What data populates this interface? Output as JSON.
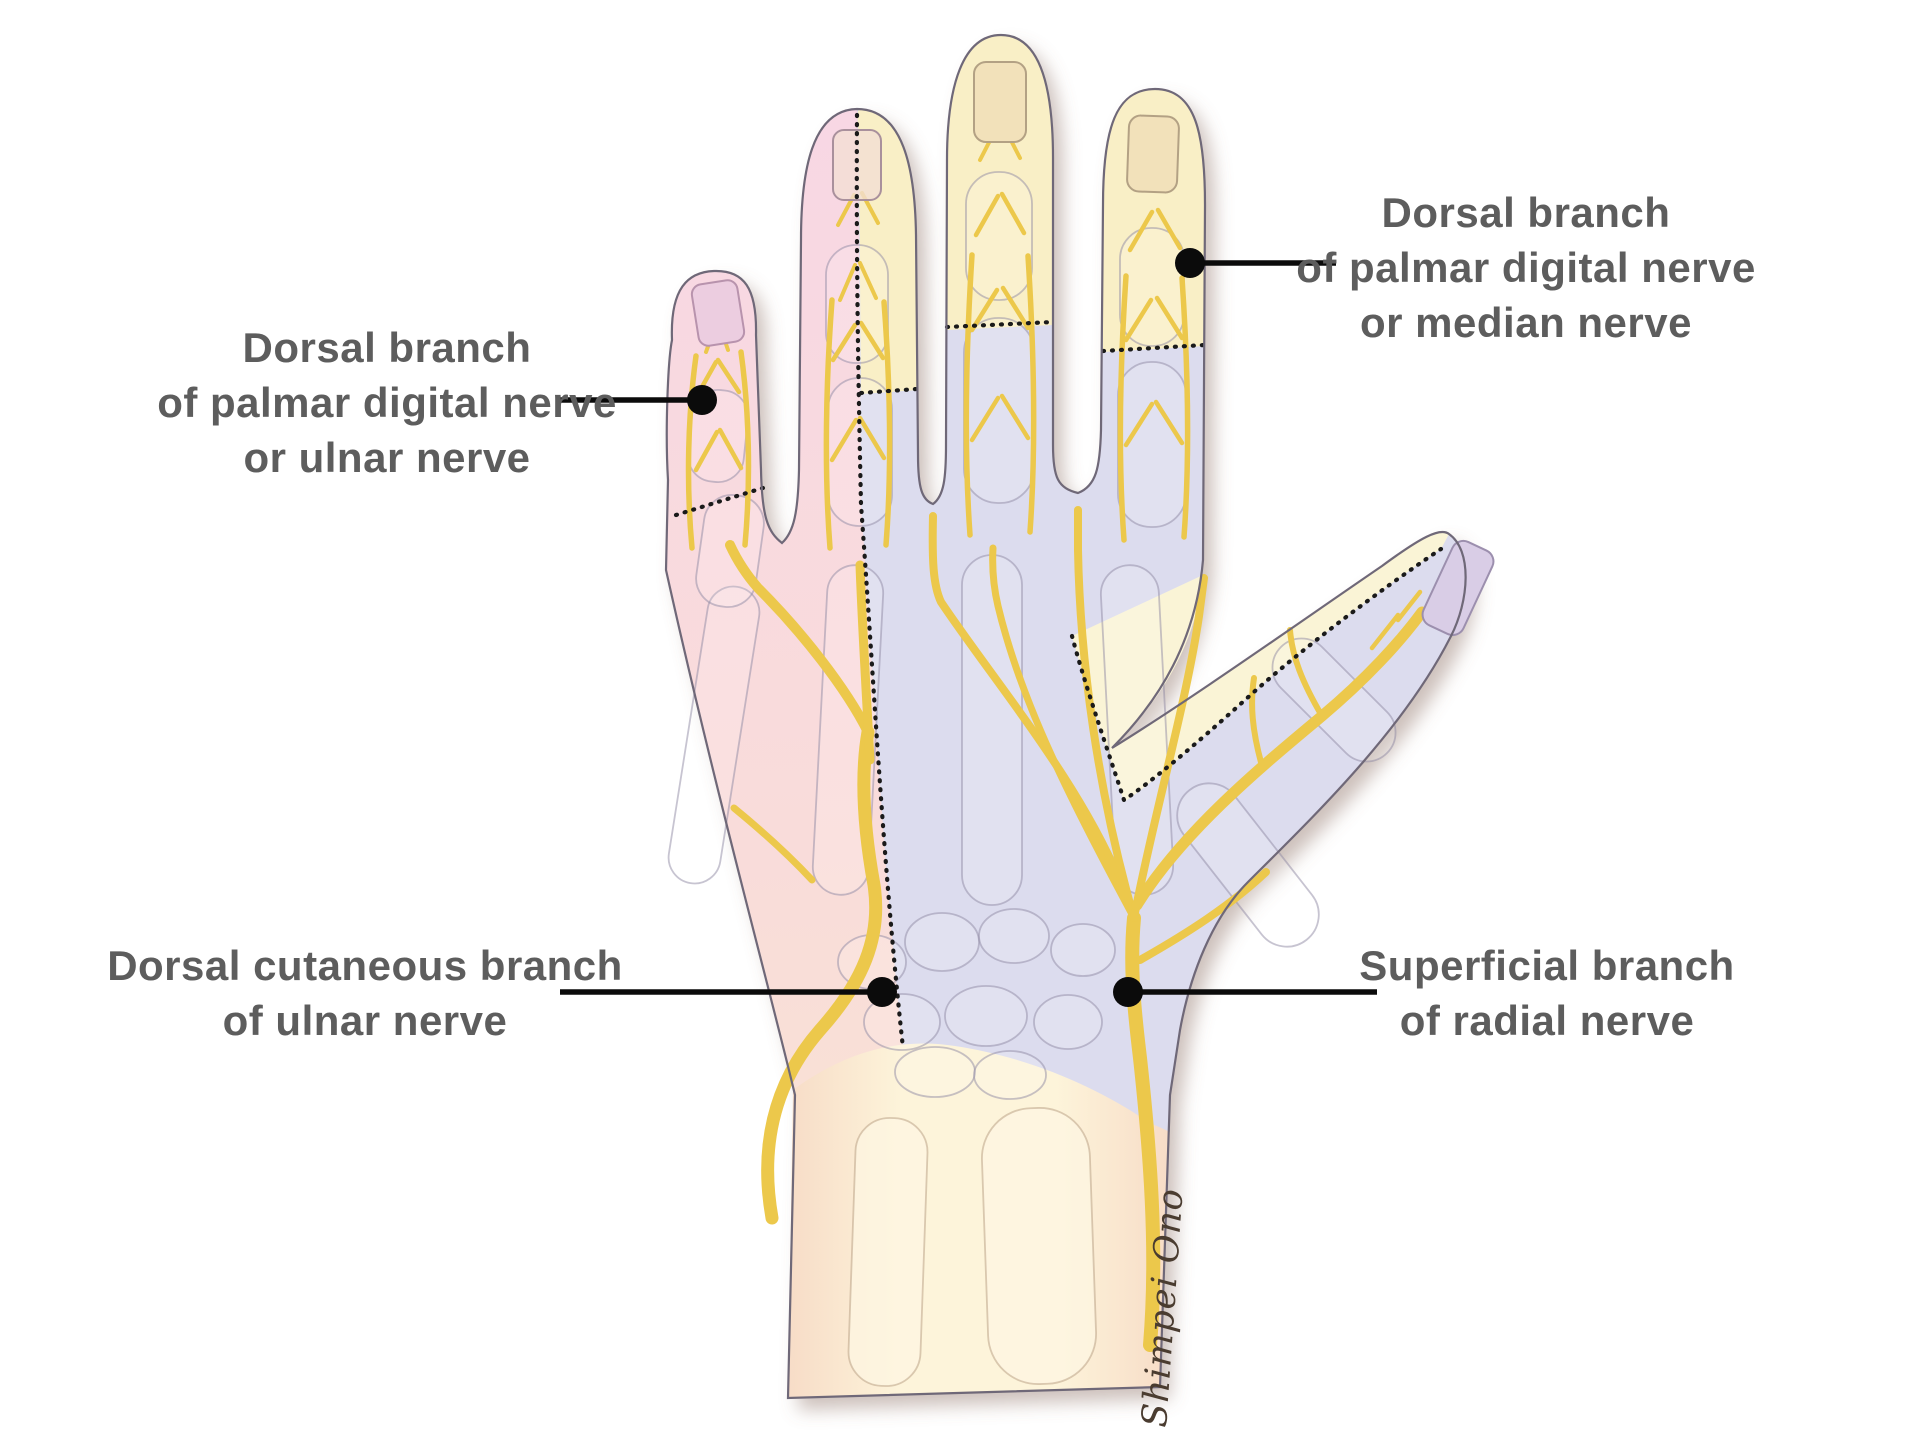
{
  "labels": {
    "top_left": {
      "lines": [
        "Dorsal branch",
        "of palmar digital nerve",
        "or ulnar nerve"
      ]
    },
    "top_right": {
      "lines": [
        "Dorsal branch",
        "of palmar digital nerve",
        "or median nerve"
      ]
    },
    "bottom_left": {
      "lines": [
        "Dorsal cutaneous branch",
        "of ulnar nerve"
      ]
    },
    "bottom_right": {
      "lines": [
        "Superficial branch",
        "of radial nerve"
      ]
    }
  },
  "signature": "Shimpei Ono",
  "colors": {
    "ulnar_zone_pink": "#f8d7e4",
    "radial_zone_lavender": "#dcdcee",
    "median_zone_cream": "#f9efc6",
    "thumb_web_cream": "#faf4d6",
    "nerve_yellow": "#ecc84b",
    "forearm_cream": "#fdf4da",
    "forearm_peach": "#f7dcc7",
    "label_text": "#5d5d5d",
    "leader_line": "#0b0b0b"
  }
}
